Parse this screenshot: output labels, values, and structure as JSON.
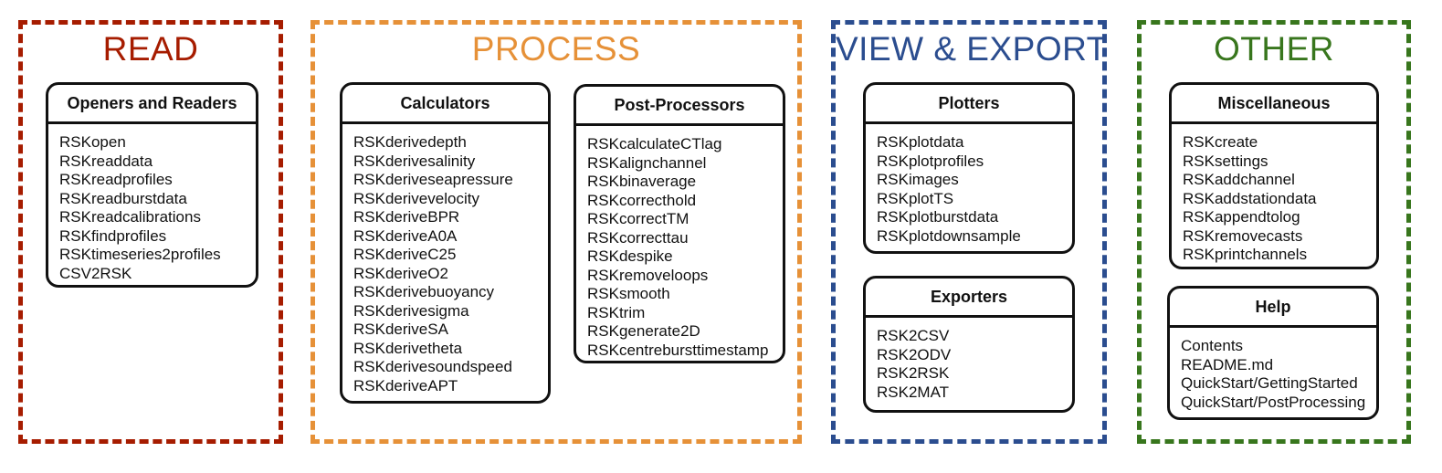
{
  "sections": [
    {
      "id": "read",
      "title": "READ",
      "color": "#A61C00",
      "boxes": [
        {
          "header": "Openers and Readers",
          "items": [
            "RSKopen",
            "RSKreaddata",
            "RSKreadprofiles",
            "RSKreadburstdata",
            "RSKreadcalibrations",
            "RSKfindprofiles",
            "RSKtimeseries2profiles",
            "CSV2RSK"
          ]
        }
      ]
    },
    {
      "id": "process",
      "title": "PROCESS",
      "color": "#E69138",
      "boxes": [
        {
          "header": "Calculators",
          "items": [
            "RSKderivedepth",
            "RSKderivesalinity",
            "RSKderiveseapressure",
            "RSKderivevelocity",
            "RSKderiveBPR",
            "RSKderiveA0A",
            "RSKderiveC25",
            "RSKderiveO2",
            "RSKderivebuoyancy",
            "RSKderivesigma",
            "RSKderiveSA",
            "RSKderivetheta",
            "RSKderivesoundspeed",
            "RSKderiveAPT"
          ]
        },
        {
          "header": "Post-Processors",
          "items": [
            "RSKcalculateCTlag",
            "RSKalignchannel",
            "RSKbinaverage",
            "RSKcorrecthold",
            "RSKcorrectTM",
            "RSKcorrecttau",
            "RSKdespike",
            "RSKremoveloops",
            "RSKsmooth",
            "RSKtrim",
            "RSKgenerate2D",
            "RSKcentrebursttimestamp"
          ]
        }
      ]
    },
    {
      "id": "view-export",
      "title": "VIEW & EXPORT",
      "color": "#2B4D8F",
      "boxes": [
        {
          "header": "Plotters",
          "items": [
            "RSKplotdata",
            "RSKplotprofiles",
            "RSKimages",
            "RSKplotTS",
            "RSKplotburstdata",
            "RSKplotdownsample"
          ]
        },
        {
          "header": "Exporters",
          "items": [
            "RSK2CSV",
            "RSK2ODV",
            "RSK2RSK",
            "RSK2MAT"
          ]
        }
      ]
    },
    {
      "id": "other",
      "title": "OTHER",
      "color": "#38761D",
      "boxes": [
        {
          "header": "Miscellaneous",
          "items": [
            "RSKcreate",
            "RSKsettings",
            "RSKaddchannel",
            "RSKaddstationdata",
            "RSKappendtolog",
            "RSKremovecasts",
            "RSKprintchannels"
          ]
        },
        {
          "header": "Help",
          "items": [
            "Contents",
            "README.md",
            "QuickStart/GettingStarted",
            "QuickStart/PostProcessing"
          ]
        }
      ]
    }
  ]
}
